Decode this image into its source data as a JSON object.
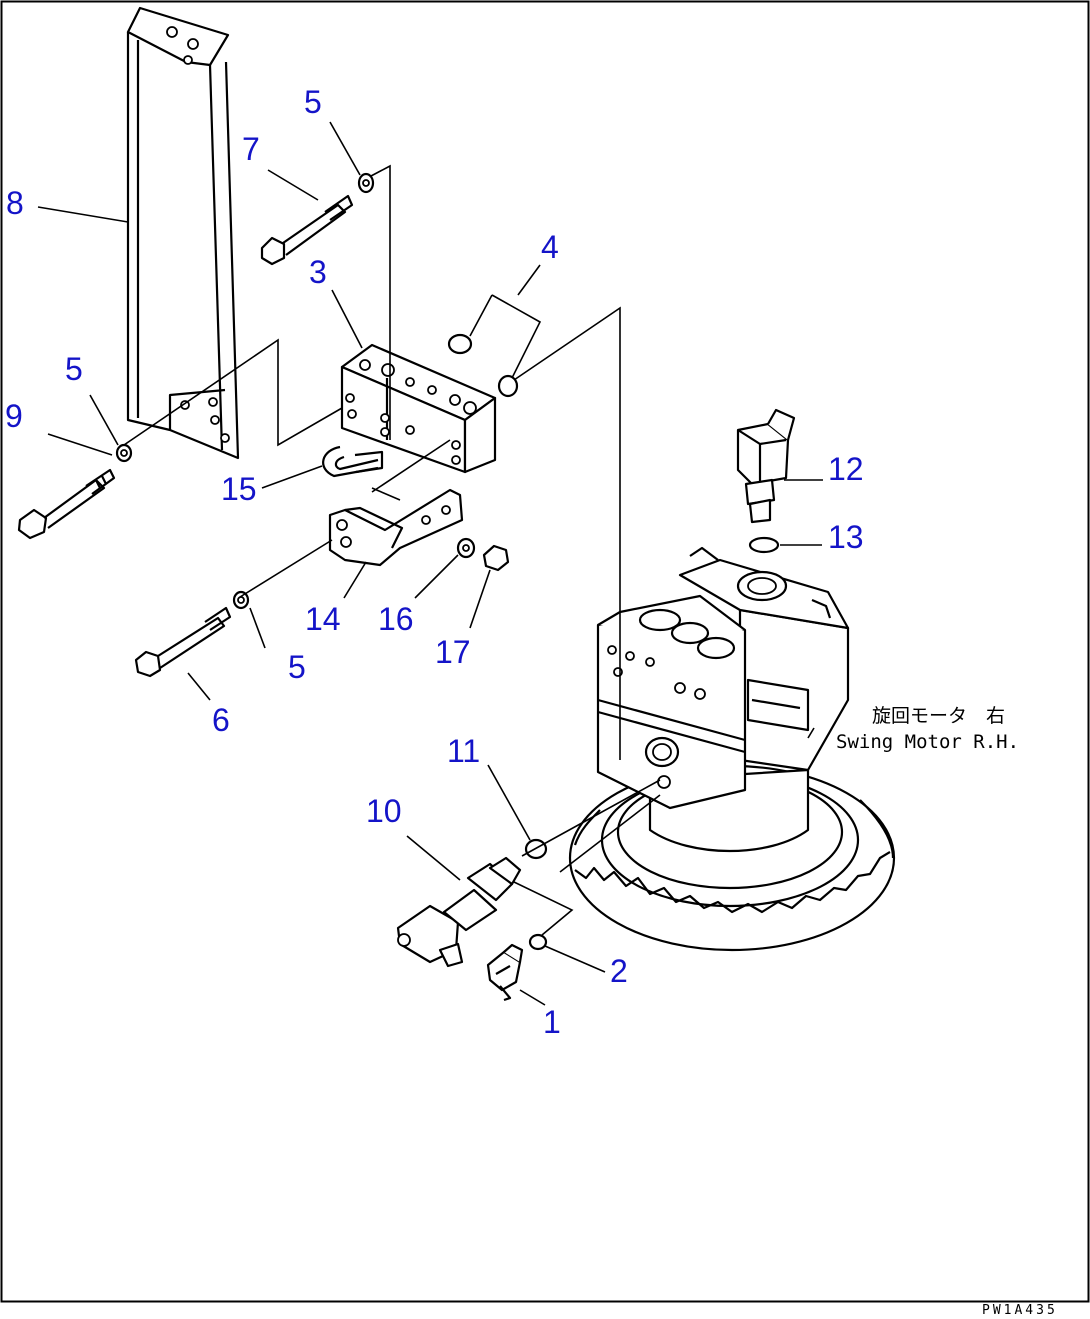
{
  "diagram": {
    "callouts": [
      {
        "id": "c1",
        "text": "1"
      },
      {
        "id": "c2",
        "text": "2"
      },
      {
        "id": "c3",
        "text": "3"
      },
      {
        "id": "c4",
        "text": "4"
      },
      {
        "id": "c5a",
        "text": "5"
      },
      {
        "id": "c5b",
        "text": "5"
      },
      {
        "id": "c5c",
        "text": "5"
      },
      {
        "id": "c6",
        "text": "6"
      },
      {
        "id": "c7",
        "text": "7"
      },
      {
        "id": "c8",
        "text": "8"
      },
      {
        "id": "c9",
        "text": "9"
      },
      {
        "id": "c10",
        "text": "10"
      },
      {
        "id": "c11",
        "text": "11"
      },
      {
        "id": "c12",
        "text": "12"
      },
      {
        "id": "c13",
        "text": "13"
      },
      {
        "id": "c14",
        "text": "14"
      },
      {
        "id": "c15",
        "text": "15"
      },
      {
        "id": "c16",
        "text": "16"
      },
      {
        "id": "c17",
        "text": "17"
      }
    ],
    "caption_jp": "旋回モータ　右",
    "caption_en": "Swing Motor R.H.",
    "drawing_code": "PW1A435",
    "colors": {
      "callout": "#1414c8",
      "line": "#000000",
      "border": "#000000"
    }
  }
}
